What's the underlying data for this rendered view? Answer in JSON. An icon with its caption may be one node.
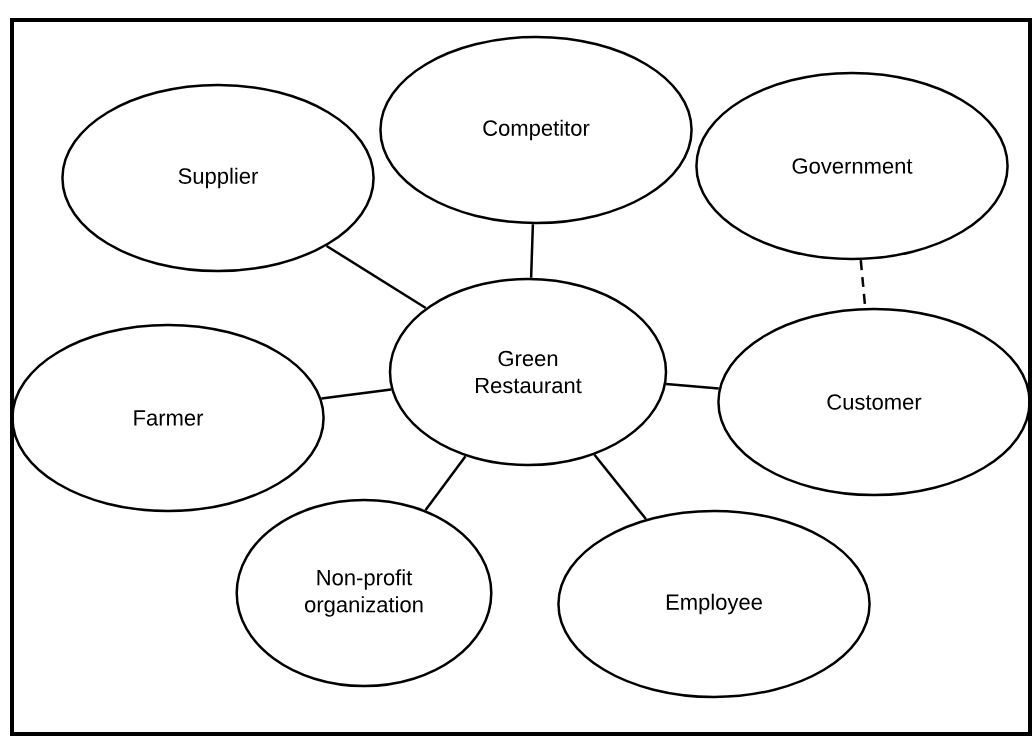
{
  "diagram": {
    "nodes": [
      {
        "text": [
          "Green Restaurant"
        ]
      },
      {
        "text": [
          "Supplier"
        ]
      },
      {
        "text": [
          "Competitor"
        ]
      },
      {
        "text": [
          "Government"
        ]
      },
      {
        "text": [
          "Farmer"
        ]
      },
      {
        "text": [
          "Customer"
        ]
      },
      {
        "text": [
          "Non-profit organization"
        ]
      },
      {
        "text": [
          "Employee"
        ]
      }
    ],
    "edges": [
      {
        "from": 0,
        "to": 1,
        "arrow": "none"
      },
      {
        "from": 0,
        "to": 2,
        "arrow": "none"
      },
      {
        "from": 0,
        "to": 4,
        "arrow": "none"
      },
      {
        "from": 0,
        "to": 5,
        "arrow": "none"
      },
      {
        "from": 0,
        "to": 6,
        "arrow": "none"
      },
      {
        "from": 0,
        "to": 7,
        "arrow": "none"
      },
      {
        "from": 3,
        "to": 5,
        "arrow": "none",
        "style": "dashed"
      }
    ]
  }
}
